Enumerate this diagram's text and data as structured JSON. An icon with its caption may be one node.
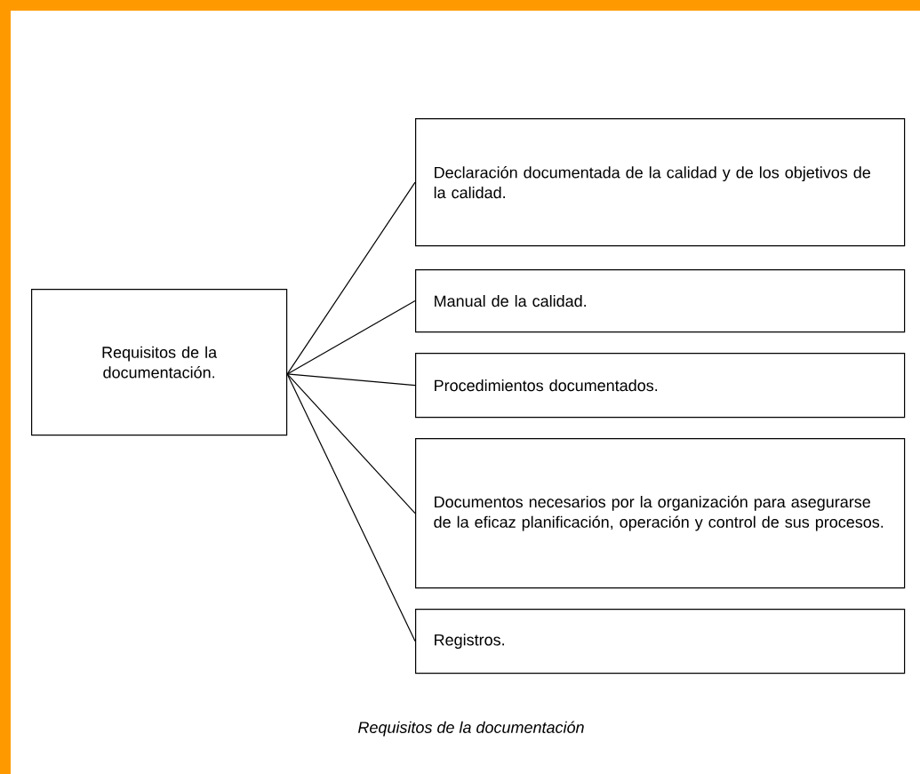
{
  "diagram": {
    "caption": "Requisitos de la documentación",
    "nodes": [
      {
        "text": [
          "Requisitos de la documentación."
        ]
      },
      {
        "text": [
          "Declaración documentada de la calidad y de los objetivos de la calidad."
        ]
      },
      {
        "text": [
          "Manual de la calidad."
        ]
      },
      {
        "text": [
          "Procedimientos documentados."
        ]
      },
      {
        "text": [
          "Documentos necesarios por la organización para asegurarse de la eficaz planificación, operación y control de sus procesos."
        ]
      },
      {
        "text": [
          "Registros."
        ]
      }
    ],
    "edges": [
      {
        "from": 0,
        "to": 1,
        "arrow": "none"
      },
      {
        "from": 0,
        "to": 2,
        "arrow": "none"
      },
      {
        "from": 0,
        "to": 3,
        "arrow": "none"
      },
      {
        "from": 0,
        "to": 4,
        "arrow": "none"
      },
      {
        "from": 0,
        "to": 5,
        "arrow": "none"
      }
    ]
  }
}
